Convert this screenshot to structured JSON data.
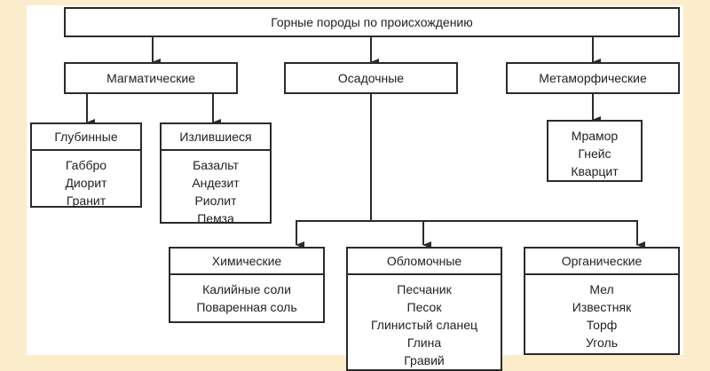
{
  "root": {
    "label": "Горные породы по происхождению"
  },
  "categories": [
    {
      "label": "Магматические"
    },
    {
      "label": "Осадочные"
    },
    {
      "label": "Метаморфические"
    }
  ],
  "magmatic": [
    {
      "title": "Глубинные",
      "items": [
        "Габбро",
        "Диорит",
        "Гранит"
      ]
    },
    {
      "title": "Излившиеся",
      "items": [
        "Базальт",
        "Андезит",
        "Риолит",
        "Пемза"
      ]
    }
  ],
  "metamorphic": {
    "items": [
      "Мрамор",
      "Гнейс",
      "Кварцит"
    ]
  },
  "sedimentary": [
    {
      "title": "Химические",
      "items": [
        "Калийные соли",
        "Поваренная соль"
      ]
    },
    {
      "title": "Обломочные",
      "items": [
        "Песчаник",
        "Песок",
        "Глинистый сланец",
        "Глина",
        "Гравий"
      ]
    },
    {
      "title": "Органические",
      "items": [
        "Мел",
        "Известняк",
        "Торф",
        "Уголь"
      ]
    }
  ]
}
